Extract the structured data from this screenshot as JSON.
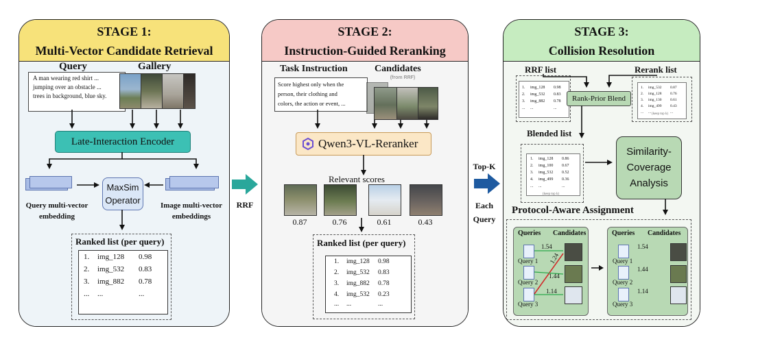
{
  "colors": {
    "stage1_head": "#f7e27a",
    "stage1_body": "#eef4f8",
    "stage2_head": "#f6c9c6",
    "stage2_body": "#f5f5f5",
    "stage3_head": "#c6ecc0",
    "stage3_body": "#f3f7f2",
    "encoder": "#3cc0b4",
    "arrow_teal": "#2aa79b",
    "arrow_blue": "#1e5aa0",
    "node_green": "#b8d9b4"
  },
  "stage1": {
    "title": "STAGE 1:",
    "subtitle": "Multi-Vector Candidate Retrieval",
    "query_label": "Query",
    "gallery_label": "Gallery",
    "query_text": [
      "A man wearing red shirt ...",
      "jumping over an obstacle ...",
      "trees in background, blue sky."
    ],
    "encoder": "Late-Interaction Encoder",
    "maxsim": [
      "MaxSim",
      "Operator"
    ],
    "query_emb": [
      "Query multi-vector",
      "embedding"
    ],
    "image_emb": [
      "Image multi-vector",
      "embeddings"
    ],
    "ranked_title": "Ranked list (per query)",
    "ranked": [
      [
        "1.",
        "img_128",
        "0.98"
      ],
      [
        "2.",
        "img_532",
        "0.83"
      ],
      [
        "3.",
        "img_882",
        "0.78"
      ],
      [
        "...",
        "...",
        "..."
      ]
    ]
  },
  "between12": "RRF",
  "stage2": {
    "title": "STAGE 2:",
    "subtitle": "Instruction-Guided Reranking",
    "task_label": "Task Instruction",
    "cand_label": "Candidates",
    "cand_sub": "(from RRF)",
    "task_text": [
      "Score highest only when the",
      "person, their clothing and",
      "colors, the action or event, ..."
    ],
    "reranker": "Qwen3-VL-Reranker",
    "relevant": "Relevant scores",
    "scores": [
      "0.87",
      "0.76",
      "0.61",
      "0.43"
    ],
    "ranked_title": "Ranked list (per query)",
    "ranked": [
      [
        "1.",
        "img_128",
        "0.98"
      ],
      [
        "2.",
        "img_532",
        "0.83"
      ],
      [
        "3.",
        "img_882",
        "0.78"
      ],
      [
        "4.",
        "img_532",
        "0.23"
      ],
      [
        "...",
        "...",
        "..."
      ]
    ]
  },
  "between23": [
    "Top-K",
    "Each",
    "Query"
  ],
  "stage3": {
    "title": "STAGE 3:",
    "subtitle": "Collision Resolution",
    "rrf_label": "RRF list",
    "rerank_label": "Rerank list",
    "blend": "Rank-Prior Blend",
    "blended_label": "Blended list",
    "analysis": [
      "Similarity-",
      "Coverage",
      "Analysis"
    ],
    "assign_title": "Protocol-Aware Assignment",
    "rrf_list": [
      [
        "1.",
        "img_128",
        "0.98"
      ],
      [
        "2.",
        "img_532",
        "0.83"
      ],
      [
        "3.",
        "img_882",
        "0.78"
      ],
      [
        "...",
        "...",
        "..."
      ]
    ],
    "rerank_list": [
      [
        "1.",
        "img_532",
        "0.87"
      ],
      [
        "2.",
        "img_128",
        "0.76"
      ],
      [
        "3.",
        "img_130",
        "0.61"
      ],
      [
        "4.",
        "img_499",
        "0.43"
      ],
      [
        "...",
        "...",
        "..."
      ]
    ],
    "blended_list": [
      [
        "1.",
        "img_128",
        "0.86"
      ],
      [
        "2.",
        "img_100",
        "0.67"
      ],
      [
        "3.",
        "img_532",
        "0.52"
      ],
      [
        "4.",
        "img_499",
        "0.36"
      ],
      [
        "...",
        "...",
        "..."
      ]
    ],
    "keep_top": "(keep top k)",
    "queries": "Queries",
    "candidates": "Candidates",
    "q_labels": [
      "Query 1",
      "Query 2",
      "Query 3"
    ],
    "edge_left": [
      "1.54",
      "1.24",
      "1.44",
      "1.14"
    ],
    "edge_right": [
      "1.54",
      "1.44",
      "1.14"
    ]
  }
}
